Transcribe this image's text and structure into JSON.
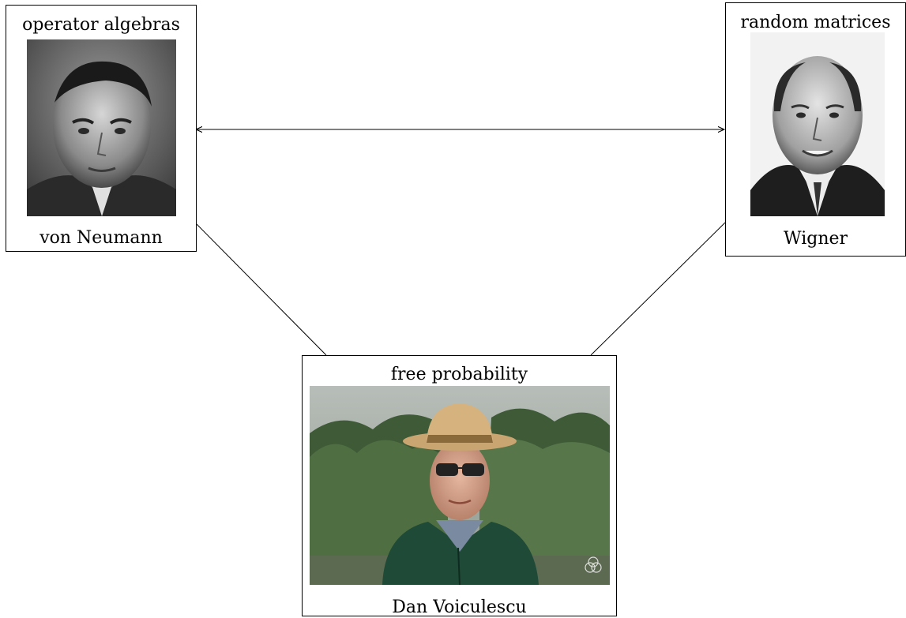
{
  "nodes": {
    "von_neumann": {
      "field": "operator algebras",
      "name": "von Neumann"
    },
    "wigner": {
      "field": "random matrices",
      "name": "Wigner"
    },
    "voiculescu": {
      "field": "free probability",
      "name": "Dan Voiculescu"
    }
  }
}
